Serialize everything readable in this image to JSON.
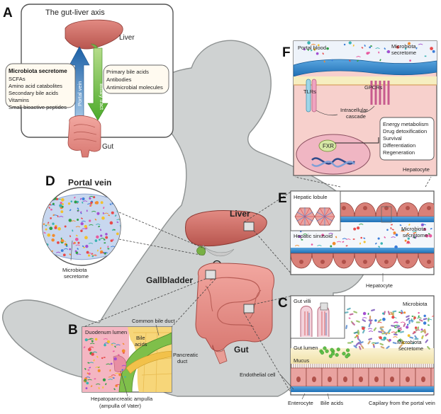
{
  "panels": {
    "a": {
      "letter": "A",
      "title": "The gut-liver axis",
      "liver": "Liver",
      "gut": "Gut",
      "portal_vein": "Portal vein",
      "biliary_tract": "Biliary tract",
      "secretome_heading": "Microbiota secretome",
      "secretome_items": [
        "SCFAs",
        "Amino acid catabolites",
        "Secondary bile acids",
        "Vitamins",
        "Small bioactive peptides"
      ],
      "bile_items": [
        "Primary bile acids",
        "Antibodies",
        "Antimicrobial molecules"
      ]
    },
    "b": {
      "letter": "B",
      "duodenum_lumen": "Duodenum lumen",
      "bile_acids_l1": "Bile",
      "bile_acids_l2": "acids",
      "common_bile_duct": "Common bile duct",
      "pancreatic_l1": "Pancreatic",
      "pancreatic_l2": "duct",
      "ampulla_l1": "Hepatopancreatic ampulla",
      "ampulla_l2": "(ampulla of Vater)"
    },
    "c": {
      "letter": "C",
      "gut_villi": "Gut villi",
      "microbiota": "Microbiota",
      "gut_lumen": "Gut lumen",
      "secretome_l1": "Microbiota",
      "secretome_l2": "secretome",
      "mucus": "Mucus",
      "endothelial_cell": "Endothelial cell",
      "enterocyte": "Enterocyte",
      "bile_acids": "Bile acids",
      "capillary": "Capilary from the portal vein"
    },
    "d": {
      "letter": "D",
      "title": "Portal vein",
      "secretome_l1": "Microbiota",
      "secretome_l2": "secretome"
    },
    "e": {
      "letter": "E",
      "hepatic_lobule": "Hepatic lobule",
      "hepatic_sinusoid": "Hepatic sinusoid",
      "secretome_l1": "Microbiota",
      "secretome_l2": "secretome",
      "hepatocyte": "Hepatocyte"
    },
    "f": {
      "letter": "F",
      "portal_blood": "Portal blood",
      "secretome_l1": "Microbiota",
      "secretome_l2": "secretome",
      "tlrs": "TLRs",
      "gpcrs": "GPCRs",
      "cascade_l1": "Intracellular",
      "cascade_l2": "cascade",
      "fxr": "FXR",
      "outcomes": [
        "Energy metabolism",
        "Drug detoxification",
        "Survival",
        "Differentiation",
        "Regeneration"
      ],
      "hepatocyte": "Hepatocyte"
    }
  },
  "body_labels": {
    "liver": "Liver",
    "gallbladder": "Gallbladder",
    "gut": "Gut"
  }
}
